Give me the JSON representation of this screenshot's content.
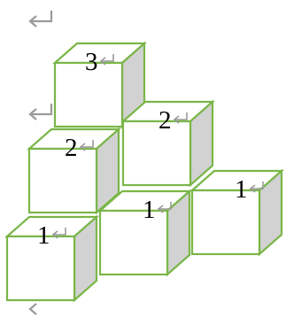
{
  "diagram": {
    "stroke_color": "#7ab648",
    "side_fill": "#d2d2d2",
    "face_fill": "#ffffff",
    "return_mark_icon": "return-arrow-icon",
    "cubes": [
      {
        "label": "3"
      },
      {
        "label": "2"
      },
      {
        "label": "2"
      },
      {
        "label": "1"
      },
      {
        "label": "1"
      },
      {
        "label": "1"
      }
    ]
  }
}
